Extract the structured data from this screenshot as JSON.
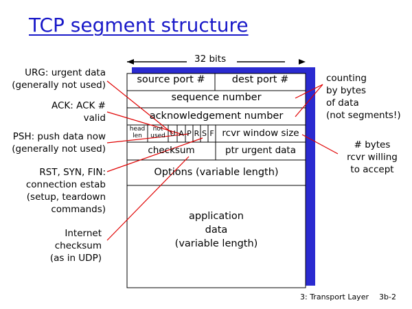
{
  "title": "TCP segment structure",
  "width_label": "32 bits",
  "segment": {
    "source_port": "source port #",
    "dest_port": "dest port #",
    "sequence_number": "sequence number",
    "ack_number": "acknowledgement number",
    "head_len": [
      "head",
      "len"
    ],
    "not_used": [
      "not",
      "used"
    ],
    "flags": [
      "U",
      "A",
      "P",
      "R",
      "S",
      "F"
    ],
    "window": "rcvr window size",
    "checksum": "checksum",
    "urgent_ptr": "ptr urgent data",
    "options": "Options (variable length)",
    "app_data": [
      "application",
      "data",
      "(variable length)"
    ]
  },
  "left_labels": {
    "urg": [
      "URG: urgent data",
      "(generally not used)"
    ],
    "ack": [
      "ACK: ACK #",
      "valid"
    ],
    "psh": [
      "PSH: push data now",
      "(generally not used)"
    ],
    "rst": [
      "RST, SYN, FIN:",
      "connection estab",
      "(setup, teardown",
      "commands)"
    ],
    "internet": [
      "Internet",
      "checksum",
      "(as in UDP)"
    ]
  },
  "right_labels": {
    "counting": [
      "counting",
      "by bytes",
      "of data",
      "(not segments!)"
    ],
    "bytes": [
      "# bytes",
      "rcvr willing",
      "to accept"
    ]
  },
  "footer": {
    "left": "3: Transport Layer",
    "right": "3b-2"
  }
}
